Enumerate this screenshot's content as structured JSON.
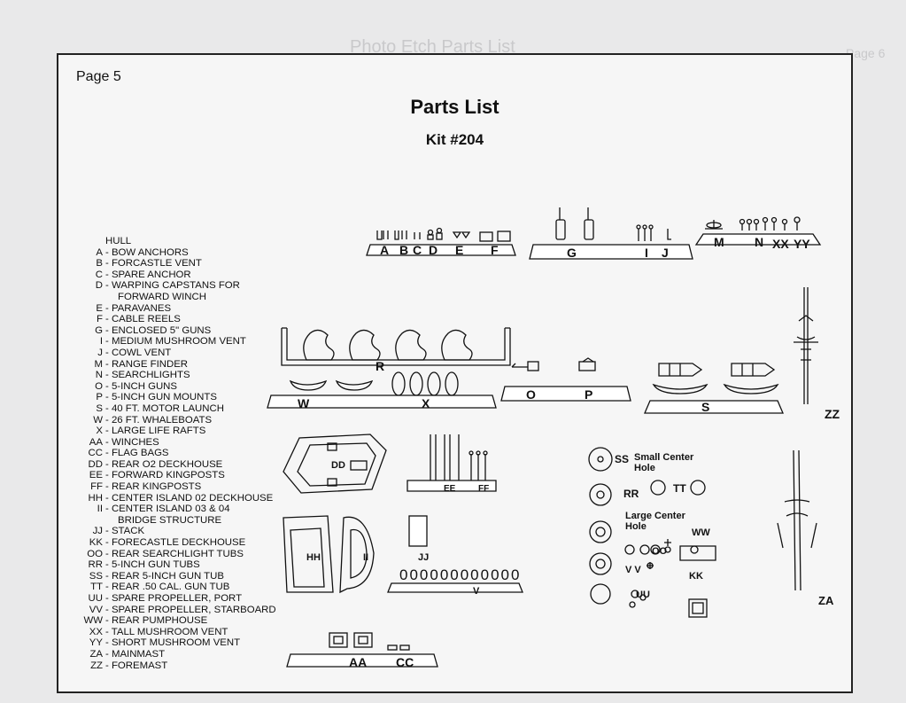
{
  "page_label": "Page 5",
  "title": "Parts List",
  "kit": "Kit #204",
  "legend": [
    {
      "code": "",
      "desc": "HULL"
    },
    {
      "code": "A",
      "desc": "- BOW ANCHORS"
    },
    {
      "code": "B",
      "desc": "- FORCASTLE VENT"
    },
    {
      "code": "C",
      "desc": "- SPARE ANCHOR"
    },
    {
      "code": "D",
      "desc": "- WARPING CAPSTANS FOR"
    },
    {
      "code": "",
      "desc": "FORWARD WINCH"
    },
    {
      "code": "E",
      "desc": "- PARAVANES"
    },
    {
      "code": "F",
      "desc": "- CABLE REELS"
    },
    {
      "code": "G",
      "desc": "- ENCLOSED 5\" GUNS"
    },
    {
      "code": "I",
      "desc": "- MEDIUM MUSHROOM VENT"
    },
    {
      "code": "J",
      "desc": "- COWL VENT"
    },
    {
      "code": "M",
      "desc": "- RANGE FINDER"
    },
    {
      "code": "N",
      "desc": "- SEARCHLIGHTS"
    },
    {
      "code": "O",
      "desc": "- 5-INCH GUNS"
    },
    {
      "code": "P",
      "desc": "- 5-INCH GUN MOUNTS"
    },
    {
      "code": "S",
      "desc": "- 40 FT. MOTOR LAUNCH"
    },
    {
      "code": "W",
      "desc": "- 26 FT. WHALEBOATS"
    },
    {
      "code": "X",
      "desc": "- LARGE LIFE RAFTS"
    },
    {
      "code": "AA",
      "desc": "- WINCHES"
    },
    {
      "code": "CC",
      "desc": "- FLAG BAGS"
    },
    {
      "code": "DD",
      "desc": "- REAR O2 DECKHOUSE"
    },
    {
      "code": "EE",
      "desc": "- FORWARD KINGPOSTS"
    },
    {
      "code": "FF",
      "desc": "- REAR KINGPOSTS"
    },
    {
      "code": "HH",
      "desc": "- CENTER ISLAND 02 DECKHOUSE"
    },
    {
      "code": "II",
      "desc": "- CENTER ISLAND 03 & 04"
    },
    {
      "code": "",
      "desc": "BRIDGE STRUCTURE"
    },
    {
      "code": "JJ",
      "desc": "- STACK"
    },
    {
      "code": "KK",
      "desc": "- FORECASTLE DECKHOUSE"
    },
    {
      "code": "OO",
      "desc": "- REAR SEARCHLIGHT TUBS"
    },
    {
      "code": "RR",
      "desc": "- 5-INCH GUN TUBS"
    },
    {
      "code": "SS",
      "desc": "- REAR 5-INCH GUN TUB"
    },
    {
      "code": "TT",
      "desc": "- REAR .50 CAL. GUN TUB"
    },
    {
      "code": "UU",
      "desc": "- SPARE PROPELLER, PORT"
    },
    {
      "code": "VV",
      "desc": "- SPARE PROPELLER, STARBOARD"
    },
    {
      "code": "WW",
      "desc": "- REAR PUMPHOUSE"
    },
    {
      "code": "XX",
      "desc": "- TALL MUSHROOM VENT"
    },
    {
      "code": "YY",
      "desc": "- SHORT MUSHROOM VENT"
    },
    {
      "code": "ZA",
      "desc": "- MAINMAST"
    },
    {
      "code": "ZZ",
      "desc": "- FOREMAST"
    }
  ],
  "part_labels": {
    "A": "A",
    "B": "B",
    "C": "C",
    "D": "D",
    "E": "E",
    "F": "F",
    "G": "G",
    "I": "I",
    "J": "J",
    "M": "M",
    "N": "N",
    "XX": "XX",
    "YY": "YY",
    "R": "R",
    "W": "W",
    "X": "X",
    "O": "O",
    "P": "P",
    "S": "S",
    "ZZ": "ZZ",
    "DD": "DD",
    "EE": "EE",
    "FF": "FF",
    "HH": "HH",
    "II": "II",
    "JJ": "JJ",
    "V": "V",
    "AA": "AA",
    "CC": "CC",
    "SS": "SS",
    "RR": "RR",
    "TT": "TT",
    "OO": "OO",
    "VV": "V V",
    "UU": "UU",
    "WW": "WW",
    "KK": "KK",
    "ZA": "ZA"
  },
  "notes": {
    "small_center_hole": "Small Center Hole",
    "large_center_hole": "Large Center Hole"
  }
}
